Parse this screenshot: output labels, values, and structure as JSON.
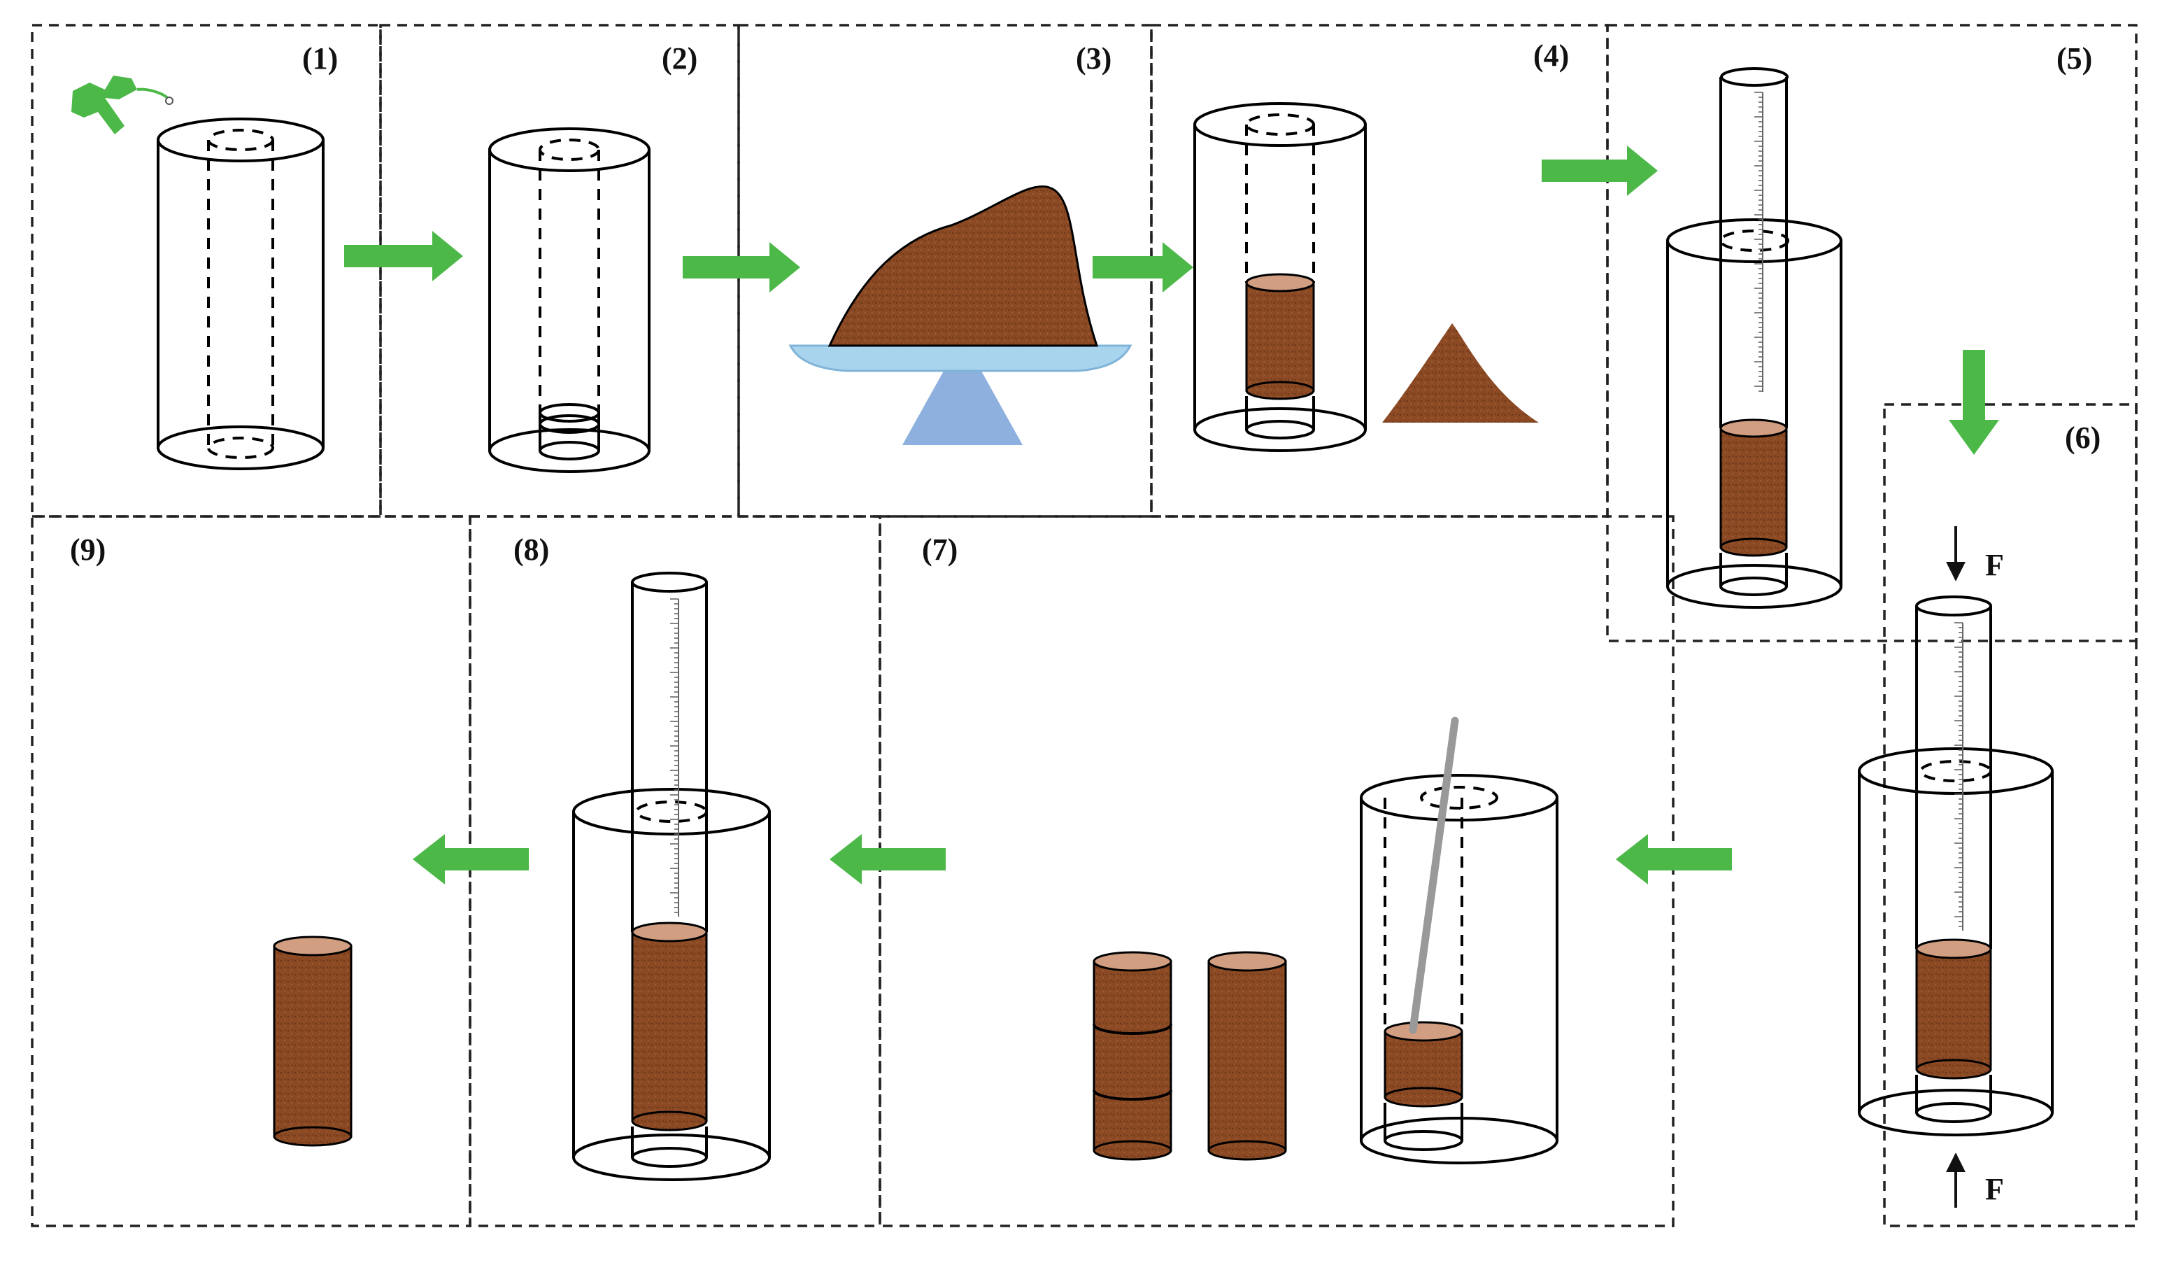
{
  "steps": [
    {
      "label": "(1)"
    },
    {
      "label": "(2)"
    },
    {
      "label": "(3)"
    },
    {
      "label": "(4)"
    },
    {
      "label": "(5)"
    },
    {
      "label": "(6)"
    },
    {
      "label": "(7)"
    },
    {
      "label": "(8)"
    },
    {
      "label": "(9)"
    }
  ],
  "force_label": "F",
  "colors": {
    "arrow": "#4cb848",
    "soil": "#8b4a24",
    "soil_top": "#d29e82",
    "scale_tray": "#a9d4ee",
    "scale_base": "#8db0de",
    "rod": "#999999",
    "panel_border": "#222222"
  },
  "icons": [
    "spray-bottle-icon",
    "flow-arrow-icon",
    "force-arrow-icon"
  ]
}
